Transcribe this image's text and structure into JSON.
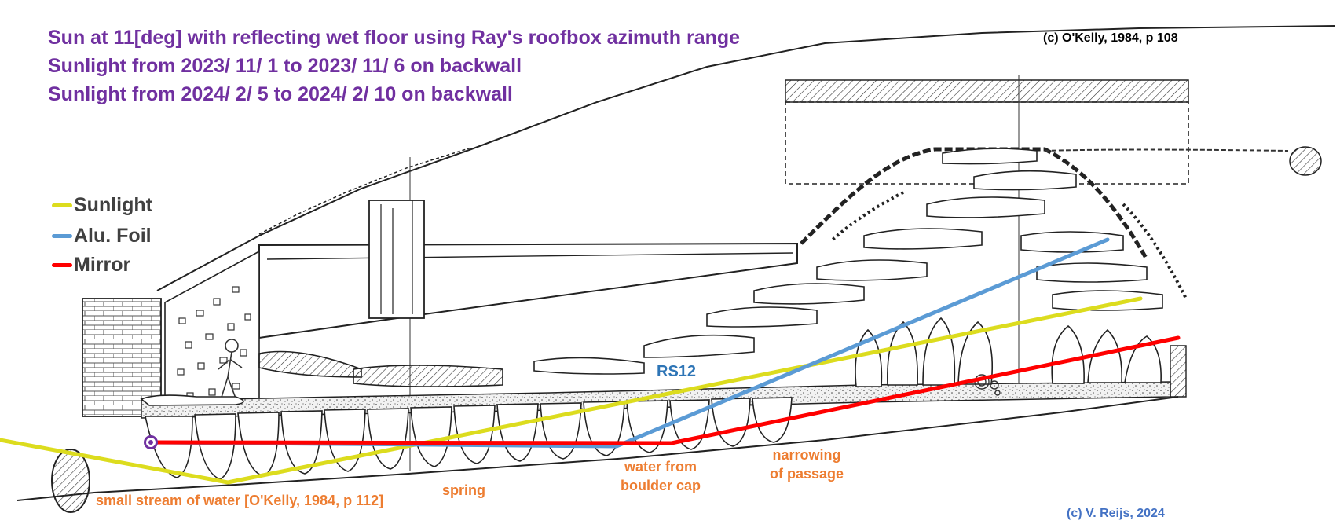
{
  "titles": [
    "Sun at 11[deg] with reflecting wet floor using Ray's roofbox azimuth range",
    "Sunlight from 2023/ 11/ 1 to 2023/ 11/ 6 on backwall",
    "Sunlight from 2024/ 2/ 5 to 2024/ 2/ 10 on backwall"
  ],
  "copyright_top": "(c) O'Kelly, 1984, p 108",
  "copyright_bottom": "(c) V. Reijs, 2024",
  "legend": [
    {
      "label": "Sunlight",
      "color": "#dcdc1e"
    },
    {
      "label": "Alu. Foil",
      "color": "#5b9bd5"
    },
    {
      "label": "Mirror",
      "color": "#ff0000"
    }
  ],
  "stone_label": "RS12",
  "annotations": {
    "stream": "small stream of water [O'Kelly, 1984, p 112]",
    "spring": "spring",
    "water_line1": "water from",
    "water_line2": "boulder cap",
    "narrow_line1": "narrowing",
    "narrow_line2": "of passage"
  },
  "colors": {
    "title": "#7030a0",
    "annotation": "#ed7d31",
    "rs_label": "#2e75b6",
    "origin_marker": "#7030a0",
    "drawing": "#222222"
  }
}
